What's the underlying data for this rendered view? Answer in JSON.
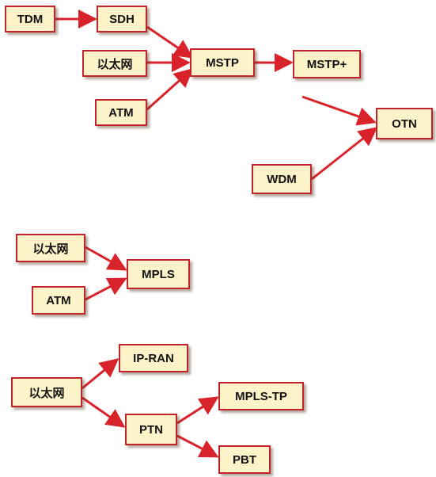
{
  "nodes": {
    "tdm": "TDM",
    "sdh": "SDH",
    "ethernet_1": "以太网",
    "mstp": "MSTP",
    "mstp_plus": "MSTP+",
    "atm_1": "ATM",
    "otn": "OTN",
    "wdm": "WDM",
    "ethernet_2": "以太网",
    "mpls": "MPLS",
    "atm_2": "ATM",
    "ip_ran": "IP-RAN",
    "ethernet_3": "以太网",
    "mpls_tp": "MPLS-TP",
    "ptn": "PTN",
    "pbt": "PBT"
  },
  "edges": [
    {
      "from": "tdm",
      "to": "sdh"
    },
    {
      "from": "sdh",
      "to": "mstp"
    },
    {
      "from": "ethernet_1",
      "to": "mstp"
    },
    {
      "from": "atm_1",
      "to": "mstp"
    },
    {
      "from": "mstp",
      "to": "mstp_plus"
    },
    {
      "from": "mstp_plus",
      "to": "otn"
    },
    {
      "from": "wdm",
      "to": "otn"
    },
    {
      "from": "ethernet_2",
      "to": "mpls"
    },
    {
      "from": "atm_2",
      "to": "mpls"
    },
    {
      "from": "ethernet_3",
      "to": "ip_ran"
    },
    {
      "from": "ethernet_3",
      "to": "ptn"
    },
    {
      "from": "ptn",
      "to": "mpls_tp"
    },
    {
      "from": "ptn",
      "to": "pbt"
    }
  ],
  "colors": {
    "arrow": "#d8232a",
    "node_fill": "#fdf3c8",
    "node_border": "#c2222a"
  }
}
